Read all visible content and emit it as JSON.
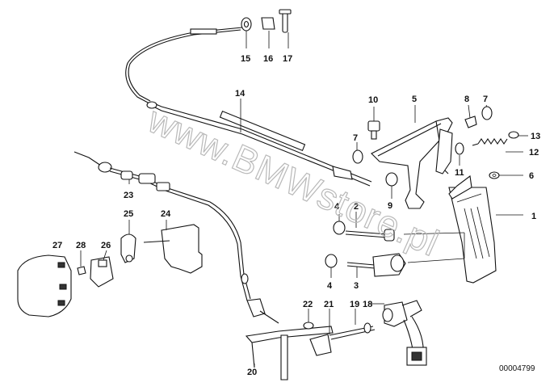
{
  "diagram": {
    "watermark": "www.BMWstore.pl",
    "drawing_code": "00004799",
    "callouts": [
      "1",
      "2",
      "3",
      "4",
      "4",
      "5",
      "6",
      "7",
      "7",
      "8",
      "9",
      "10",
      "11",
      "12",
      "13",
      "14",
      "15",
      "16",
      "17",
      "18",
      "19",
      "20",
      "21",
      "22",
      "23",
      "24",
      "25",
      "26",
      "27",
      "28"
    ]
  }
}
